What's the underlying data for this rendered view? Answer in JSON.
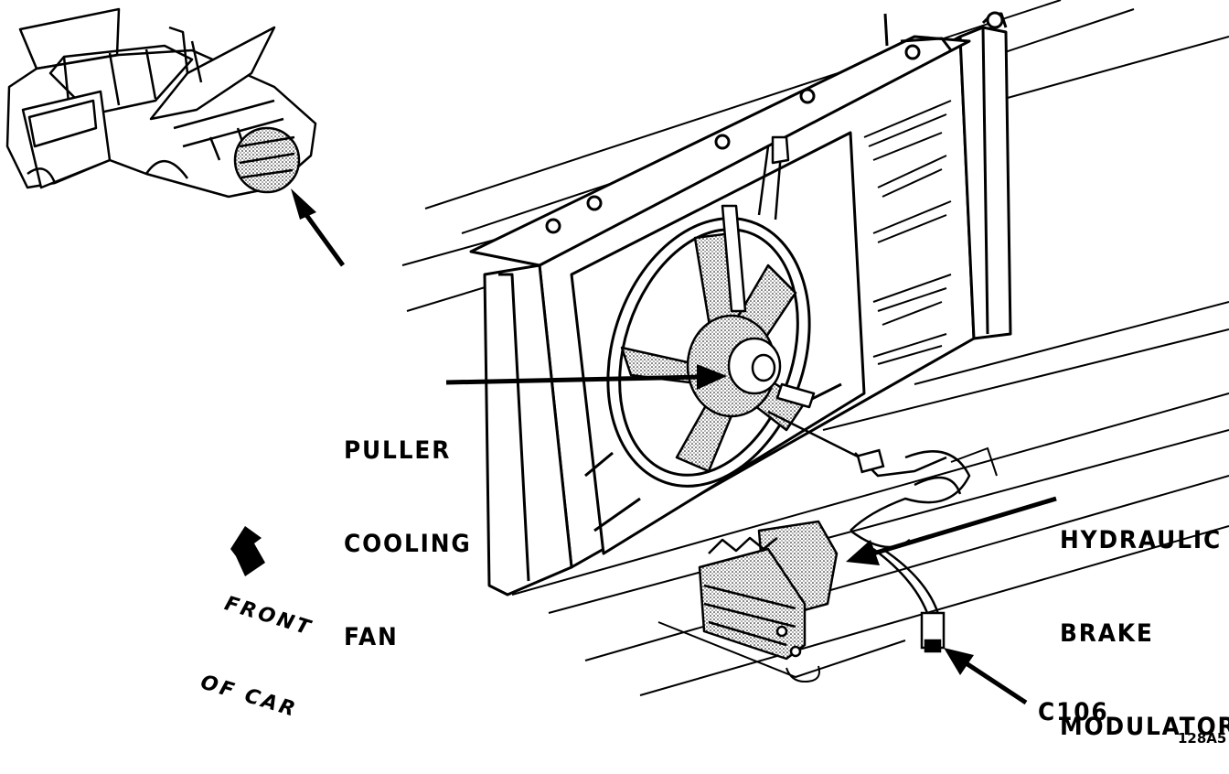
{
  "diagram": {
    "labels": {
      "fan_line1": "PULLER",
      "fan_line2": "COOLING",
      "fan_line3": "FAN",
      "modulator_line1": "HYDRAULIC",
      "modulator_line2": "BRAKE",
      "modulator_line3": "MODULATOR",
      "connector": "C106",
      "front_line1": "FRONT",
      "front_line2": "OF CAR",
      "figure_id": "128A5"
    },
    "icons": {
      "front_arrow": "front-of-car-arrow-icon",
      "car": "vehicle-overview-illustration"
    },
    "colors": {
      "ink": "#000000",
      "paper": "#ffffff"
    }
  }
}
